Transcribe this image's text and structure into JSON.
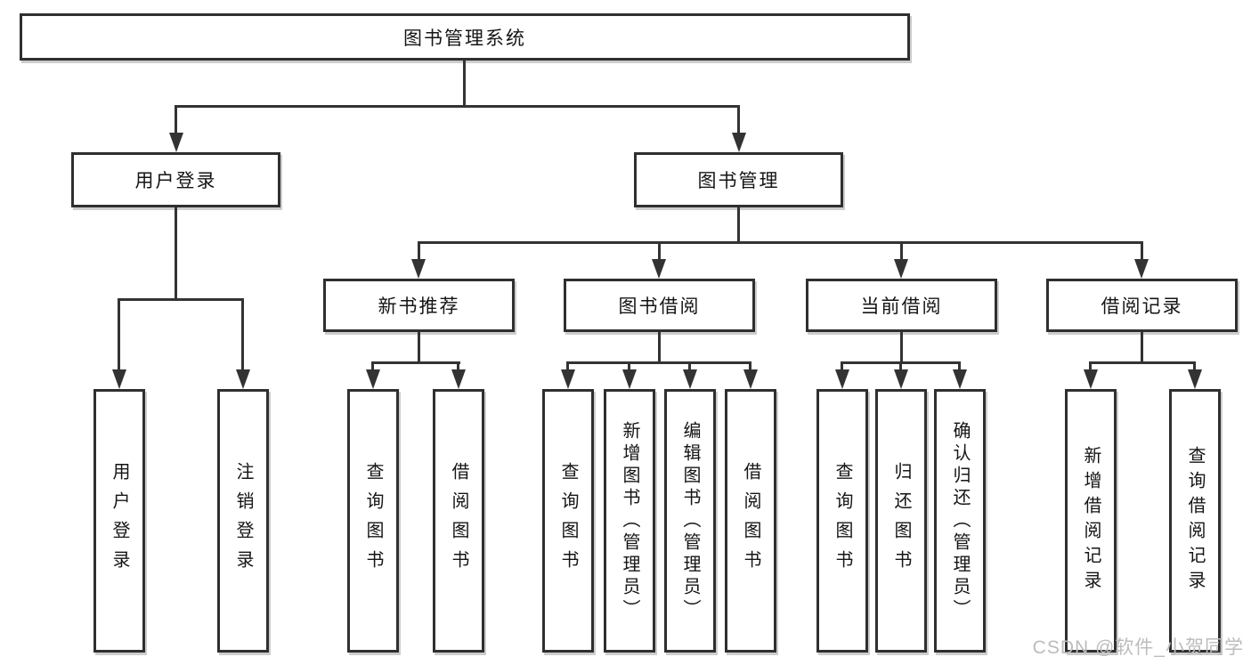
{
  "diagram": {
    "type": "hierarchy-tree",
    "tree": {
      "root": {
        "label": "图书管理系统"
      },
      "branches": [
        {
          "label": "用户登录",
          "children": [
            {
              "label": "用户登录"
            },
            {
              "label": "注销登录"
            }
          ]
        },
        {
          "label": "图书管理",
          "children": [
            {
              "label": "新书推荐",
              "children": [
                {
                  "label": "查询图书"
                },
                {
                  "label": "借阅图书"
                }
              ]
            },
            {
              "label": "图书借阅",
              "children": [
                {
                  "label": "查询图书"
                },
                {
                  "label": "新增图书（管理员）"
                },
                {
                  "label": "编辑图书（管理员）"
                },
                {
                  "label": "借阅图书"
                }
              ]
            },
            {
              "label": "当前借阅",
              "children": [
                {
                  "label": "查询图书"
                },
                {
                  "label": "归还图书"
                },
                {
                  "label": "确认归还（管理员）"
                }
              ]
            },
            {
              "label": "借阅记录",
              "children": [
                {
                  "label": "新增借阅记录"
                },
                {
                  "label": "查询借阅记录"
                }
              ]
            }
          ]
        }
      ]
    },
    "colors": {
      "line": "#333333",
      "box_border": "#2f2f2f",
      "text": "#151515",
      "background": "#ffffff",
      "watermark": "#bcbcbc"
    }
  },
  "watermark": {
    "text": "CSDN @软件_小贺同学"
  }
}
